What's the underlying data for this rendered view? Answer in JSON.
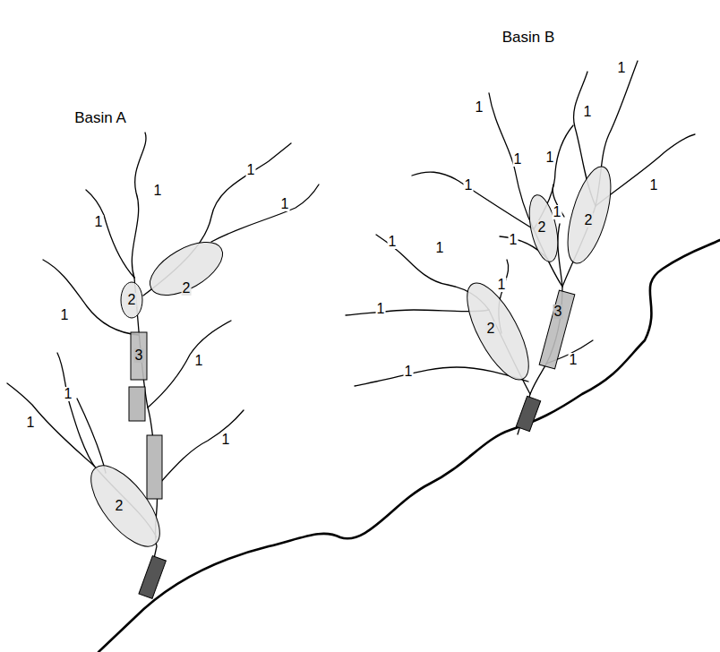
{
  "diagram": {
    "nodes": [
      {
        "text": [
          "2"
        ]
      },
      {
        "text": [
          "2"
        ]
      },
      {
        "text": [
          "3"
        ]
      },
      {
        "text": [
          "2"
        ]
      },
      {
        "text": [
          "2"
        ]
      },
      {
        "text": [
          "2"
        ]
      },
      {
        "text": [
          "3"
        ]
      },
      {
        "text": [
          "2"
        ]
      }
    ],
    "labels": [
      "Basin A",
      "Basin B",
      "1",
      "1",
      "1",
      "1",
      "1",
      "1",
      "1",
      "1",
      "1",
      "1",
      "1",
      "1",
      "1",
      "1",
      "1",
      "1",
      "1",
      "1",
      "1",
      "1",
      "1",
      "1",
      "1",
      "1"
    ]
  }
}
